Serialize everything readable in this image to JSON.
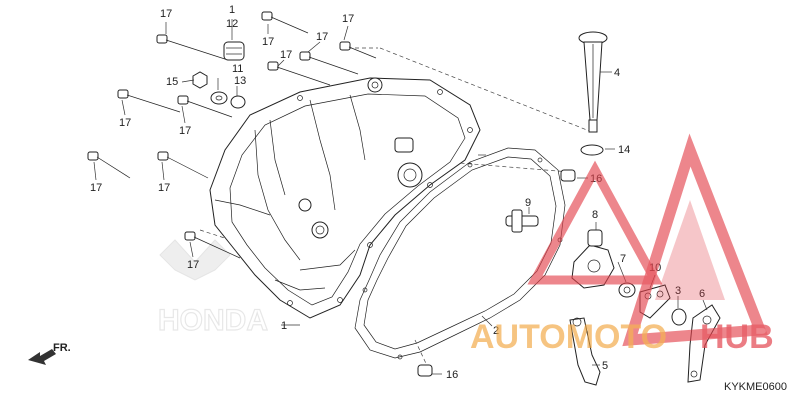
{
  "callouts": {
    "c1_top": "1",
    "c12": "12",
    "c11": "11",
    "c13": "13",
    "c15": "15",
    "c17_a": "17",
    "c17_b": "17",
    "c17_c": "17",
    "c17_d": "17",
    "c17_e": "17",
    "c17_f": "17",
    "c17_g": "17",
    "c17_h": "17",
    "c17_i": "17",
    "c17_j": "17",
    "c4": "4",
    "c14": "14",
    "c16_top": "16",
    "c9": "9",
    "c8": "8",
    "c7": "7",
    "c10": "10",
    "c3": "3",
    "c6": "6",
    "c5": "5",
    "c2": "2",
    "c1_bottom": "1",
    "c16_bottom": "16"
  },
  "direction_label": "FR.",
  "diagram_code": "KYKME0600",
  "brand_watermark": "HONDA",
  "site_watermark": {
    "text_part1": "AUTOMOTO",
    "text_part2": "HUB",
    "color_orange": "#f2a33a",
    "color_red": "#e3424b"
  },
  "colors": {
    "line": "#222222",
    "watermark_gray": "#d9d9d9"
  }
}
